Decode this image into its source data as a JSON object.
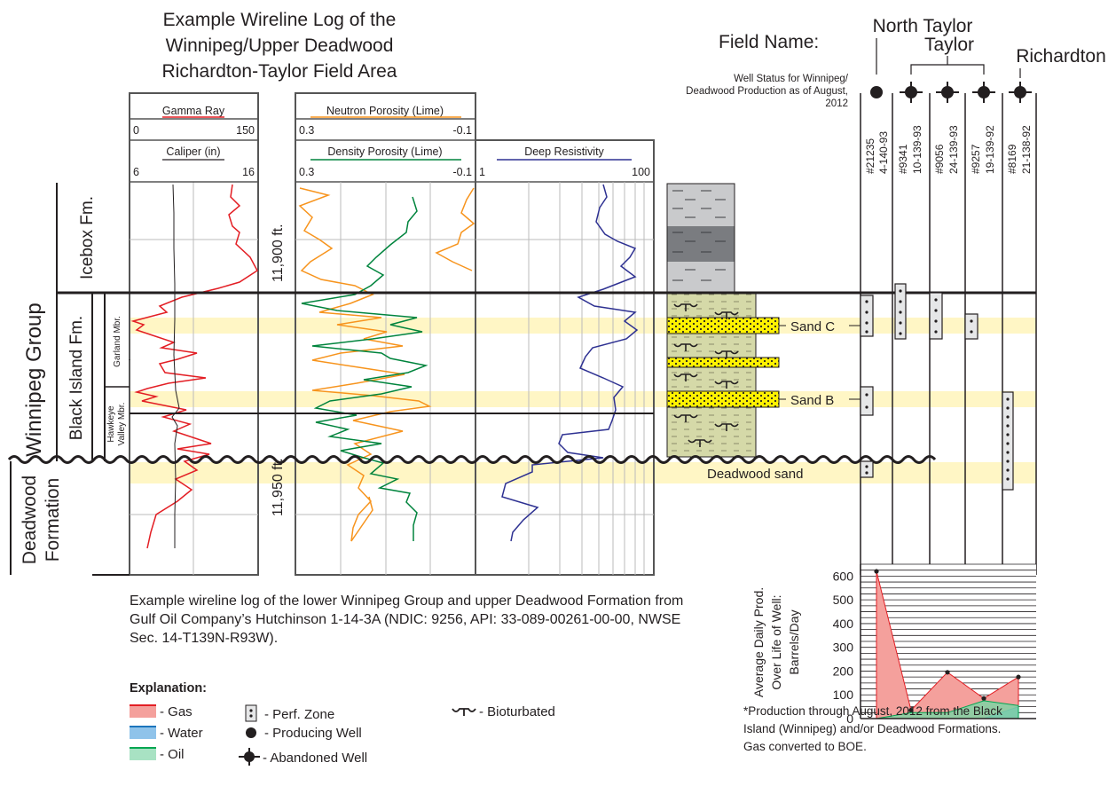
{
  "title_lines": [
    "Example Wireline Log of the",
    "Winnipeg/Upper Deadwood",
    "Richardton-Taylor Field Area"
  ],
  "caption": "Example wireline log of the lower Winnipeg Group and upper Deadwood Formation from Gulf Oil Company’s Hutchinson 1-14-3A (NDIC: 9256, API: 33-089-00261-00-00, NWSE Sec. 14-T139N-R93W).",
  "tracks": {
    "gamma": {
      "name": "Gamma Ray",
      "min": "0",
      "max": "150",
      "color": "#e31e24"
    },
    "caliper": {
      "name": "Caliper (in)",
      "min": "6",
      "max": "16",
      "color": "#231f20"
    },
    "neutron": {
      "name": "Neutron Porosity (Lime)",
      "min": "0.3",
      "max": "-0.1",
      "color": "#f7941d"
    },
    "density": {
      "name": "Density Porosity (Lime)",
      "min": "0.3",
      "max": "-0.1",
      "color": "#00843d"
    },
    "resistivity": {
      "name": "Deep Resistivity",
      "min": "1",
      "max": "100",
      "color": "#2e3192"
    }
  },
  "depths": [
    "11,900 ft.",
    "11,950 ft."
  ],
  "stratigraphy": {
    "winnipeg": "Winnipeg Group",
    "icebox": "Icebox Fm.",
    "black_island": "Black Island Fm.",
    "garland": "Garland Mbr.",
    "hawkeye": "Hawkeye Valley Mbr.",
    "deadwood_1": "Deadwood",
    "deadwood_2": "Formation"
  },
  "sands": [
    "Sand C",
    "Sand B",
    "Deadwood sand"
  ],
  "field_label": "Field Name:",
  "fields": [
    "North Taylor",
    "Taylor",
    "Richardton"
  ],
  "status_label": "Well Status for Winnipeg/ Deadwood Production as of August, 2012",
  "wells": [
    {
      "num": "#21235",
      "loc": "4-140-93",
      "status": "producing"
    },
    {
      "num": "#9341",
      "loc": "10-139-93",
      "status": "abandoned"
    },
    {
      "num": "#9056",
      "loc": "24-139-93",
      "status": "abandoned"
    },
    {
      "num": "#9257",
      "loc": "19-139-92",
      "status": "abandoned"
    },
    {
      "num": "#8169",
      "loc": "21-138-92",
      "status": "abandoned"
    }
  ],
  "chart_data": {
    "type": "area",
    "ylabel": "Average Daily Prod. Over Life of Well: Barrels/Day",
    "ylim": [
      0,
      650
    ],
    "yticks": [
      "0",
      "100",
      "200",
      "300",
      "400",
      "500",
      "600"
    ],
    "categories": [
      "#21235",
      "#9341",
      "#9056",
      "#9257",
      "#8169"
    ],
    "series": [
      {
        "name": "Gas",
        "values": [
          620,
          35,
          195,
          85,
          175
        ],
        "color": "#f4a09c"
      },
      {
        "name": "Water",
        "values": [
          0,
          0,
          0,
          0,
          50
        ],
        "color": "#5ba4dc"
      },
      {
        "name": "Oil",
        "values": [
          0,
          25,
          25,
          75,
          55
        ],
        "color": "#7fd3a4"
      }
    ],
    "legend": "bottom-left"
  },
  "footnote": "*Production through August, 2012 from the Black Island (Winnipeg) and/or Deadwood Formations. Gas converted to BOE.",
  "explanation": {
    "title": "Explanation:",
    "gas": "- Gas",
    "water": "- Water",
    "oil": "- Oil",
    "perf": "- Perf. Zone",
    "producing": "- Producing Well",
    "abandoned": "- Abandoned Well",
    "bioturbated": "- Bioturbated"
  }
}
